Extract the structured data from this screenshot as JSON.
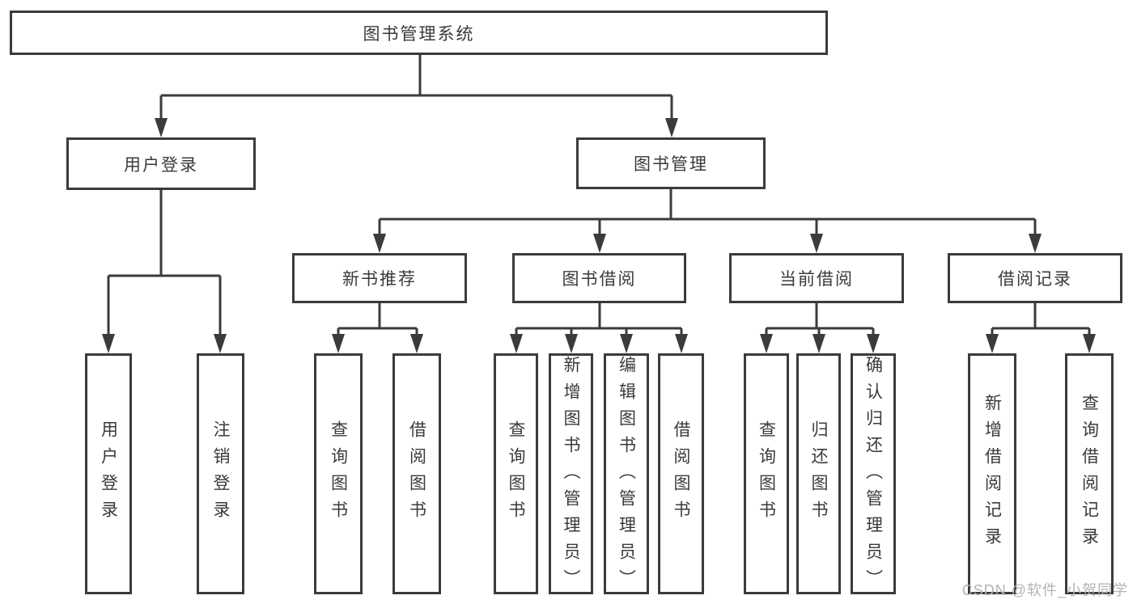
{
  "diagram": {
    "root": {
      "label": "图书管理系统"
    },
    "level2": [
      {
        "id": "user-login",
        "label": "用户登录"
      },
      {
        "id": "book-management",
        "label": "图书管理"
      }
    ],
    "level3": [
      {
        "id": "new-book-recommend",
        "label": "新书推荐"
      },
      {
        "id": "book-borrowing",
        "label": "图书借阅"
      },
      {
        "id": "current-borrowing",
        "label": "当前借阅"
      },
      {
        "id": "borrowing-records",
        "label": "借阅记录"
      }
    ],
    "leaves": [
      {
        "label": "用户登录"
      },
      {
        "label": "注销登录"
      },
      {
        "label": "查询图书"
      },
      {
        "label": "借阅图书"
      },
      {
        "label": "查询图书"
      },
      {
        "label": "新增图书（管理员）"
      },
      {
        "label": "编辑图书（管理员）"
      },
      {
        "label": "借阅图书"
      },
      {
        "label": "查询图书"
      },
      {
        "label": "归还图书"
      },
      {
        "label": "确认归还（管理员）"
      },
      {
        "label": "新增借阅记录"
      },
      {
        "label": "查询借阅记录"
      }
    ],
    "colors": {
      "line": "#3b3b3b",
      "text": "#3a3a3a",
      "watermark": "#b3b3b3",
      "background": "#ffffff"
    }
  },
  "watermark": {
    "text": "CSDN @软件_小贺同学"
  }
}
